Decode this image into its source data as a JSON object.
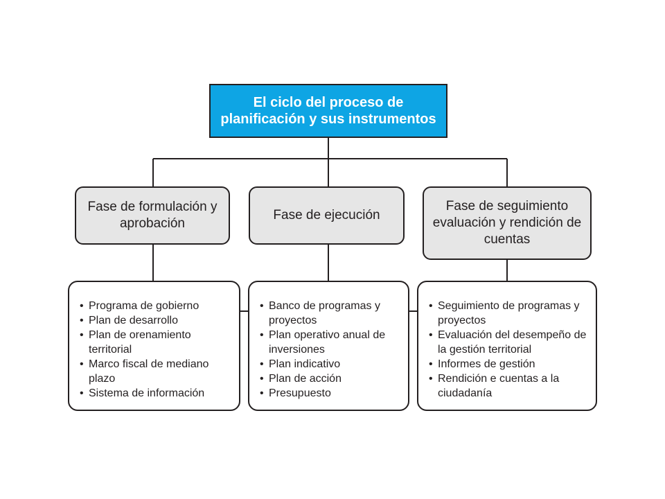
{
  "root": {
    "title": "El ciclo del proceso de planificación y sus instrumentos"
  },
  "colors": {
    "root_fill": "#0ea5e4",
    "phase_fill": "#e6e6e6",
    "border": "#231f20"
  },
  "phases": [
    {
      "label": "Fase de formulación y aprobación",
      "items": [
        "Programa de gobierno",
        "Plan de desarrollo",
        "Plan de orenamiento territorial",
        "Marco fiscal de mediano plazo",
        "Sistema de información"
      ]
    },
    {
      "label": "Fase de ejecución",
      "items": [
        "Banco de programas y proyectos",
        "Plan operativo anual de inversiones",
        "Plan indicativo",
        "Plan de acción",
        "Presupuesto"
      ]
    },
    {
      "label": "Fase de seguimiento evaluación y rendición de cuentas",
      "items": [
        "Seguimiento de programas y proyectos",
        "Evaluación del desempeño de la gestión territorial",
        "Informes de gestión",
        "Rendición e cuentas a la ciudadanía"
      ]
    }
  ]
}
